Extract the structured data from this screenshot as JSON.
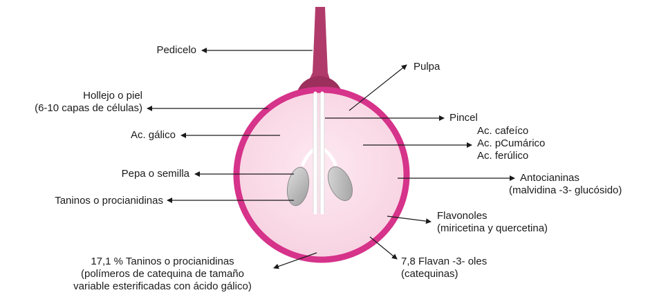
{
  "labels": {
    "pedicelo": "Pedicelo",
    "hollejo_1": "Hollejo o piel",
    "hollejo_2": "(6-10 capas de células)",
    "ac_galico": "Ac. gálico",
    "pepa": "Pepa o semilla",
    "taninos": "Taninos o procianidinas",
    "pulpa": "Pulpa",
    "pincel": "Pincel",
    "acidos_1": "Ac. cafeíco",
    "acidos_2": "Ac. pCumárico",
    "acidos_3": "Ac. ferúlico",
    "antocianinas_1": "Antocianinas",
    "antocianinas_2": "(malvidina -3- glucósido)",
    "flavonoles_1": "Flavonoles",
    "flavonoles_2": "(miricetina y quercetina)",
    "taninos_pct_1": "17,1 % Taninos o procianidinas",
    "taninos_pct_2": "(polímeros de catequina de tamaño",
    "taninos_pct_3": "variable esterificadas con ácido gálico)",
    "flavan_1": "7,8 Flavan -3- oles",
    "flavan_2": "(catequinas)"
  },
  "colors": {
    "skin": "#d6338a",
    "pulp": "#fbe0ea",
    "stem": "#b03b6a",
    "pincel": "#f2f2f2",
    "seed": "#bdbdbd",
    "arrow": "#1a1a1a"
  }
}
